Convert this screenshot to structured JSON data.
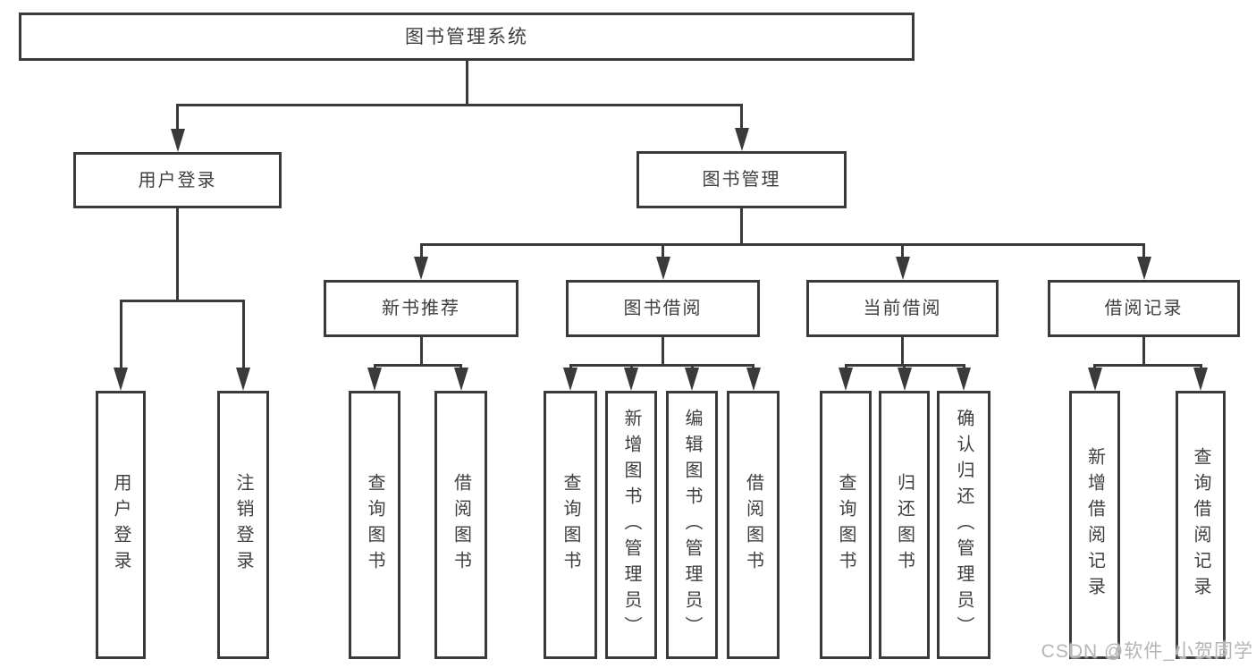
{
  "diagram": {
    "title": "图书管理系统",
    "watermark": "CSDN @软件_小贺同学",
    "colors": {
      "line": "#3a3a3a",
      "text": "#3f3f3f",
      "background": "#ffffff",
      "watermark": "#b5b5b5"
    },
    "nodes": [
      {
        "id": "system",
        "label": "图书管理系统",
        "level": 1,
        "orientation": "horizontal"
      },
      {
        "id": "user-login-branch",
        "label": "用户登录",
        "level": 2,
        "orientation": "horizontal"
      },
      {
        "id": "book-management-branch",
        "label": "图书管理",
        "level": 2,
        "orientation": "horizontal"
      },
      {
        "id": "user-login-leaf",
        "label": "用户登录",
        "level": 3,
        "orientation": "vertical"
      },
      {
        "id": "logout-leaf",
        "label": "注销登录",
        "level": 3,
        "orientation": "vertical"
      },
      {
        "id": "new-book-recommend",
        "label": "新书推荐",
        "level": 3,
        "orientation": "horizontal"
      },
      {
        "id": "book-borrow",
        "label": "图书借阅",
        "level": 3,
        "orientation": "horizontal"
      },
      {
        "id": "current-borrow",
        "label": "当前借阅",
        "level": 3,
        "orientation": "horizontal"
      },
      {
        "id": "borrow-records",
        "label": "借阅记录",
        "level": 3,
        "orientation": "horizontal"
      },
      {
        "id": "recommend-query-books",
        "label": "查询图书",
        "level": 4,
        "orientation": "vertical"
      },
      {
        "id": "recommend-borrow-books",
        "label": "借阅图书",
        "level": 4,
        "orientation": "vertical"
      },
      {
        "id": "borrow-query-books",
        "label": "查询图书",
        "level": 4,
        "orientation": "vertical"
      },
      {
        "id": "borrow-add-books-admin",
        "label": "新增图书（管理员）",
        "level": 4,
        "orientation": "vertical"
      },
      {
        "id": "borrow-edit-books-admin",
        "label": "编辑图书（管理员）",
        "level": 4,
        "orientation": "vertical"
      },
      {
        "id": "borrow-borrow-books",
        "label": "借阅图书",
        "level": 4,
        "orientation": "vertical"
      },
      {
        "id": "current-query-books",
        "label": "查询图书",
        "level": 4,
        "orientation": "vertical"
      },
      {
        "id": "current-return-books",
        "label": "归还图书",
        "level": 4,
        "orientation": "vertical"
      },
      {
        "id": "current-confirm-return-admin",
        "label": "确认归还（管理员）",
        "level": 4,
        "orientation": "vertical"
      },
      {
        "id": "records-add-record",
        "label": "新增借阅记录",
        "level": 4,
        "orientation": "vertical"
      },
      {
        "id": "records-query-record",
        "label": "查询借阅记录",
        "level": 4,
        "orientation": "vertical"
      }
    ],
    "edges": [
      {
        "from": "system",
        "to": [
          "user-login-branch",
          "book-management-branch"
        ]
      },
      {
        "from": "user-login-branch",
        "to": [
          "user-login-leaf",
          "logout-leaf"
        ]
      },
      {
        "from": "book-management-branch",
        "to": [
          "new-book-recommend",
          "book-borrow",
          "current-borrow",
          "borrow-records"
        ]
      },
      {
        "from": "new-book-recommend",
        "to": [
          "recommend-query-books",
          "recommend-borrow-books"
        ]
      },
      {
        "from": "book-borrow",
        "to": [
          "borrow-query-books",
          "borrow-add-books-admin",
          "borrow-edit-books-admin",
          "borrow-borrow-books"
        ]
      },
      {
        "from": "current-borrow",
        "to": [
          "current-query-books",
          "current-return-books",
          "current-confirm-return-admin"
        ]
      },
      {
        "from": "records-group",
        "to": []
      }
    ]
  }
}
